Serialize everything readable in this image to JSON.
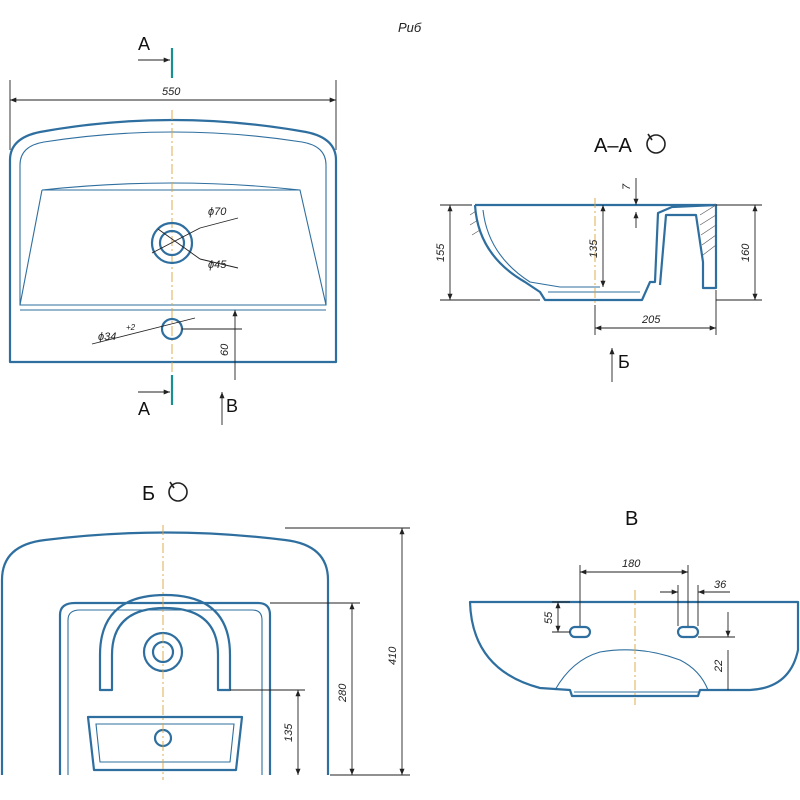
{
  "header_text": "Риб",
  "section_marker": "A",
  "view_marker_b_upper": "B",
  "view_marker_be": "Б",
  "view_titles": {
    "section_aa": "А–А",
    "view_be": "Б",
    "view_v": "В"
  },
  "top_view": {
    "width": "550",
    "bowl_diameter": "ϕ70",
    "drain_diameter": "ϕ45",
    "tap_hole": "ϕ34",
    "tap_hole_tolerance": "+2",
    "tap_offset": "60"
  },
  "section_view": {
    "rim_thickness": "7",
    "total_height_left": "155",
    "bowl_depth": "135",
    "total_height_right": "160",
    "depth": "205"
  },
  "front_view": {
    "overall_height": "410",
    "drain_height": "280",
    "lower_height": "135"
  },
  "back_view": {
    "hole_spacing": "180",
    "hole_width": "36",
    "hole_height": "55",
    "hole_offset": "22"
  },
  "colors": {
    "outline": "#2f6f9f",
    "centerline": "#d9a441",
    "cut_plane": "#1a8f8f",
    "dimension": "#222222"
  }
}
